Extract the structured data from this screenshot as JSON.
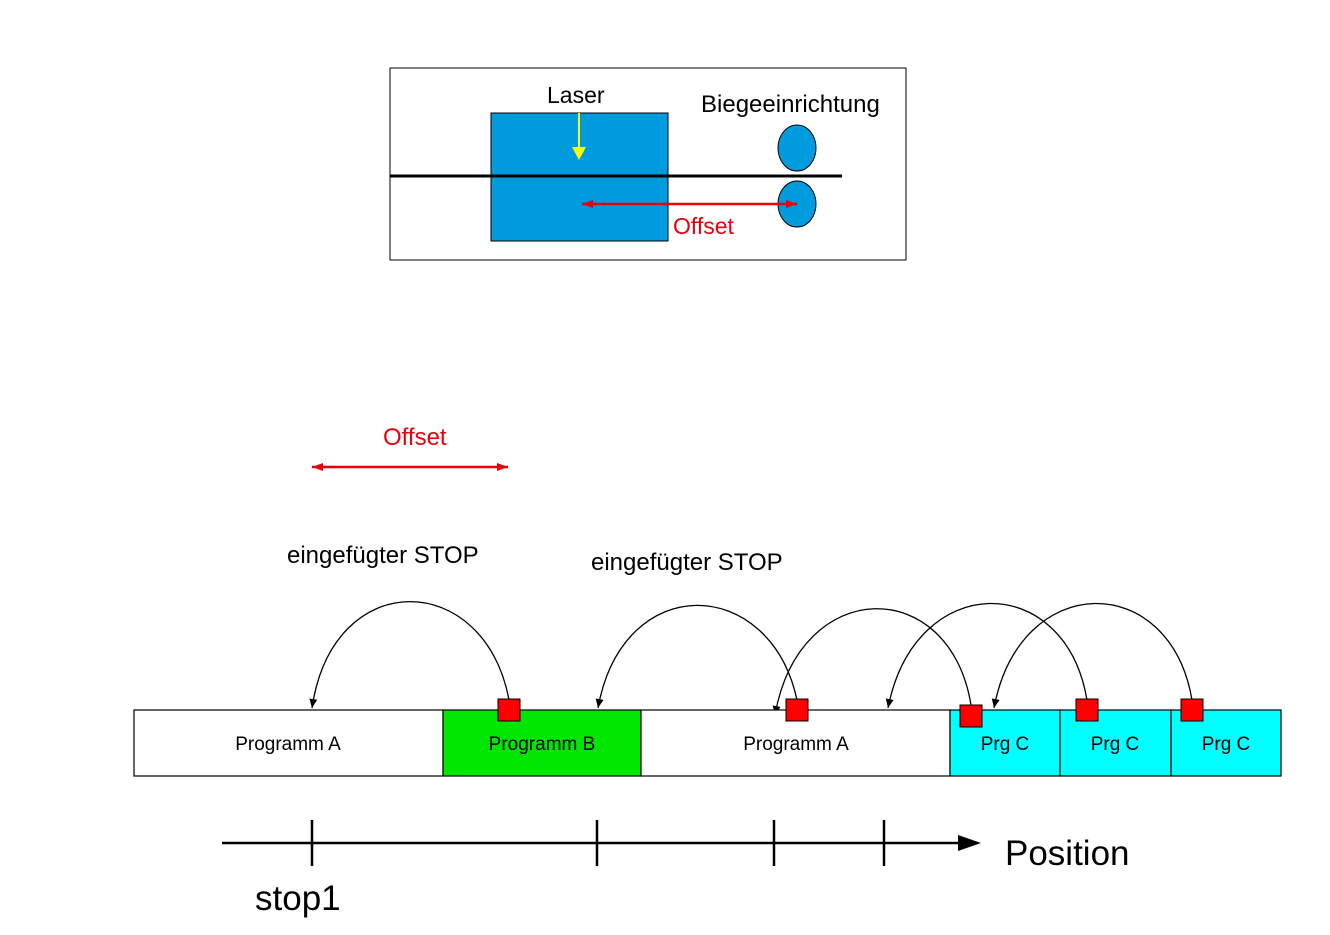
{
  "colors": {
    "laser_block": "#009ADE",
    "laser_arrow": "#FFFF00",
    "offset": "#E8000B",
    "rolls": "#009ADE",
    "program_a": "#FFFFFF",
    "program_b": "#00E600",
    "program_c": "#00FFFF",
    "stop_marker": "#FF0000",
    "line": "#000000"
  },
  "machine": {
    "laser_label": "Laser",
    "bender_label": "Biegeeinrichtung",
    "offset_label": "Offset"
  },
  "timeline": {
    "offset_label": "Offset",
    "stop_labels": [
      "eingefügter STOP",
      "eingefügter STOP"
    ],
    "segments": [
      {
        "label": "Programm A",
        "type": "A"
      },
      {
        "label": "Programm B",
        "type": "B"
      },
      {
        "label": "Programm A",
        "type": "A"
      },
      {
        "label": "Prg C",
        "type": "C"
      },
      {
        "label": "Prg C",
        "type": "C"
      },
      {
        "label": "Prg C",
        "type": "C"
      }
    ],
    "axis_label": "Position",
    "stop1_label": "stop1"
  }
}
